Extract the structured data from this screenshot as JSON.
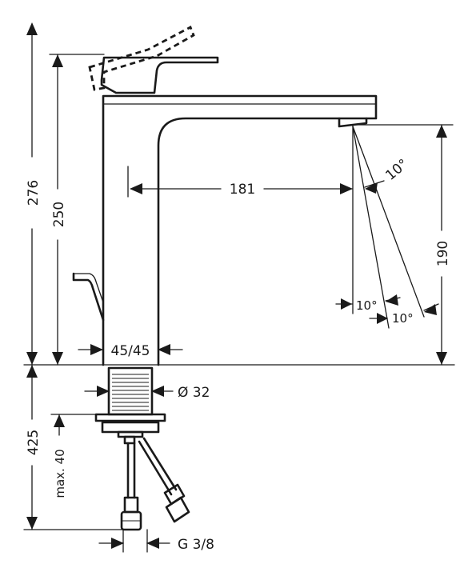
{
  "dimensions": {
    "total_height": "276",
    "spout_height": "250",
    "outlet_height": "190",
    "spout_reach": "181",
    "handle_angle": "45/45",
    "body_diameter": "Ø 32",
    "hose_length": "425",
    "max_thickness": "max. 40",
    "connection": "G 3/8",
    "angle_top": "10°",
    "angle_bottom_left": "10°",
    "angle_bottom_right": "10°"
  }
}
